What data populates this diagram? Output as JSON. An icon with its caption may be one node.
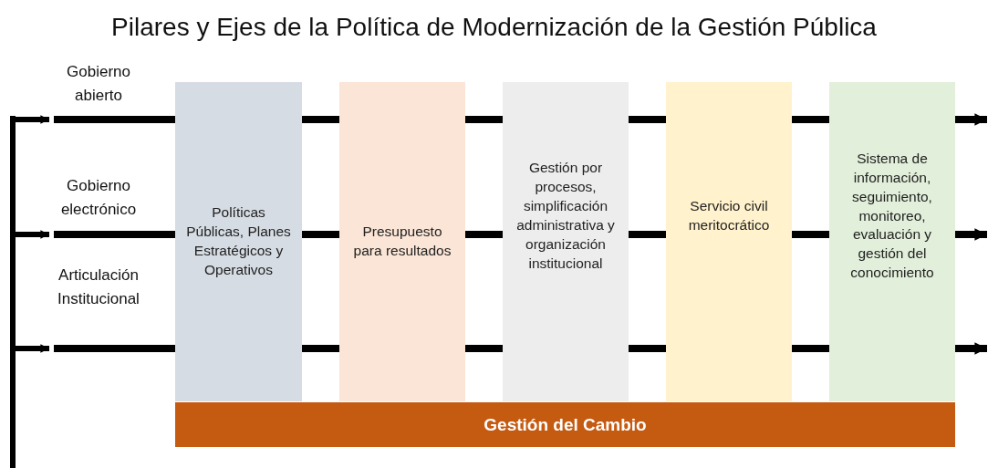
{
  "diagram": {
    "title": "Pilares y Ejes de la Política de Modernización de la Gestión Pública",
    "nodes": [
      {
        "text": [
          "Políticas Públicas, Planes Estratégicos y Operativos"
        ]
      },
      {
        "text": [
          "Presupuesto para resultados"
        ]
      },
      {
        "text": [
          "Gestión por procesos, simplificación administrativa y organización institucional"
        ]
      },
      {
        "text": [
          "Servicio civil meritocrático"
        ]
      },
      {
        "text": [
          "Sistema de información, seguimiento, monitoreo, evaluación y gestión del conocimiento"
        ]
      },
      {
        "text": [
          "Gestión del Cambio"
        ]
      },
      {
        "text": [],
        "shape": "bar"
      }
    ],
    "edges": [
      {
        "from": 6,
        "to": null,
        "arrow": "to"
      },
      {
        "from": null,
        "to": 0,
        "arrow": "none"
      },
      {
        "from": 0,
        "to": 1,
        "arrow": "none"
      },
      {
        "from": 1,
        "to": 2,
        "arrow": "none"
      },
      {
        "from": 2,
        "to": 3,
        "arrow": "none"
      },
      {
        "from": 3,
        "to": 4,
        "arrow": "none"
      },
      {
        "from": 4,
        "to": null,
        "arrow": "to"
      },
      {
        "from": 6,
        "to": null,
        "arrow": "to"
      },
      {
        "from": null,
        "to": 0,
        "arrow": "none"
      },
      {
        "from": 0,
        "to": 1,
        "arrow": "none"
      },
      {
        "from": 1,
        "to": 2,
        "arrow": "none"
      },
      {
        "from": 2,
        "to": 3,
        "arrow": "none"
      },
      {
        "from": 3,
        "to": 4,
        "arrow": "none"
      },
      {
        "from": 4,
        "to": null,
        "arrow": "to"
      },
      {
        "from": 6,
        "to": null,
        "arrow": "to"
      },
      {
        "from": null,
        "to": 0,
        "arrow": "none"
      },
      {
        "from": 0,
        "to": 1,
        "arrow": "none"
      },
      {
        "from": 1,
        "to": 2,
        "arrow": "none"
      },
      {
        "from": 2,
        "to": 3,
        "arrow": "none"
      },
      {
        "from": 3,
        "to": 4,
        "arrow": "none"
      },
      {
        "from": 4,
        "to": null,
        "arrow": "to"
      }
    ],
    "labels": [
      "Gobierno abierto",
      "Gobierno electrónico",
      "Articulación Institucional"
    ]
  }
}
